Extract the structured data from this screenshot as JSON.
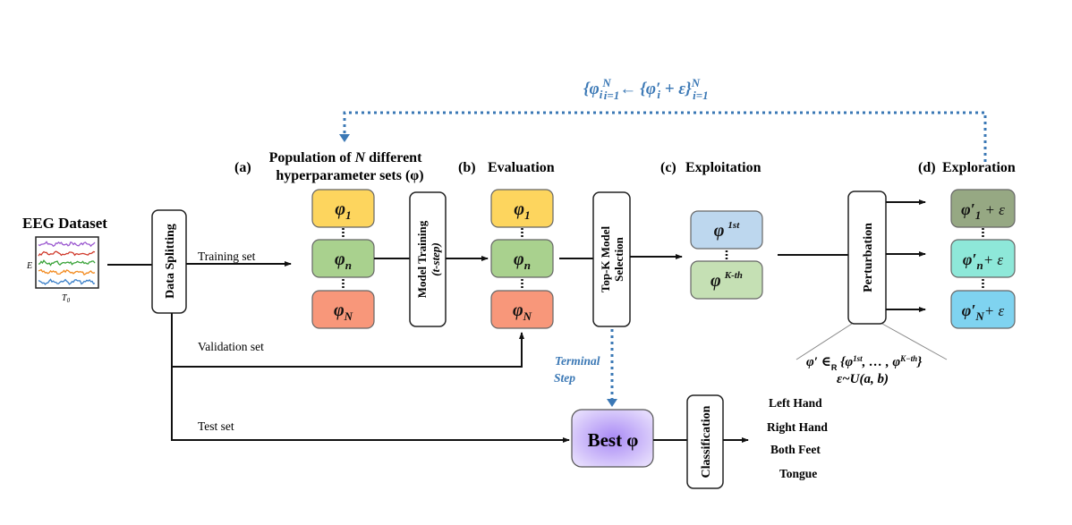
{
  "feedback": {
    "formula_left": "{φ",
    "formula_left_sub": "i",
    "formula_left_sup": "N",
    "formula_left_lower": "i=1",
    "formula_arrow": "←",
    "formula_right": "{φ′",
    "formula_right_sub": "i",
    "formula_right_plus": " + ε}",
    "formula_right_sup": "N",
    "formula_right_lower": "i=1",
    "color": "#3b78b5"
  },
  "dataset": {
    "title": "EEG Dataset",
    "y_axis_label": "E",
    "x_axis_label": "T",
    "x_axis_sub": "0",
    "signal_colors": [
      "#9b59d0",
      "#d0392b",
      "#3aa33a",
      "#f28a1e",
      "#3a7fc8"
    ]
  },
  "data_splitting": {
    "label": "Data Splitting"
  },
  "splits": {
    "training": "Training set",
    "validation": "Validation set",
    "test": "Test set"
  },
  "stage_a": {
    "tag": "(a)",
    "title_line1": "Population of N different",
    "title_line1_pre": "Population of ",
    "title_line1_n": "N",
    "title_line1_post": " different",
    "title_line2": "hyperparameter sets (φ)",
    "items": [
      {
        "symbol": "φ",
        "sub": "1",
        "color": "#fdd55e"
      },
      {
        "symbol": "φ",
        "sub": "n",
        "color": "#a9d18e"
      },
      {
        "symbol": "φ",
        "sub": "N",
        "color": "#f8977a"
      }
    ]
  },
  "model_training": {
    "label": "Model Training",
    "sub_label": "(t-step)"
  },
  "stage_b": {
    "tag": "(b)",
    "title": "Evaluation",
    "items": [
      {
        "symbol": "φ",
        "sub": "1",
        "color": "#fdd55e"
      },
      {
        "symbol": "φ",
        "sub": "n",
        "color": "#a9d18e"
      },
      {
        "symbol": "φ",
        "sub": "N",
        "color": "#f8977a"
      }
    ]
  },
  "top_k": {
    "label_line1": "Top-K Model",
    "label_line2": "Selection"
  },
  "stage_c": {
    "tag": "(c)",
    "title": "Exploitation",
    "items": [
      {
        "symbol": "φ",
        "sup": "1st",
        "color": "#bdd7ee"
      },
      {
        "symbol": "φ",
        "sup": "K-th",
        "color": "#c5e0b4"
      }
    ]
  },
  "perturbation": {
    "label": "Perturbation",
    "note_line1_a": "φ′ ∈",
    "note_line1_r": "R",
    "note_line1_b": " {φ",
    "note_line1_sup1": "1st",
    "note_line1_mid": ", … , φ",
    "note_line1_sup2": "K−th",
    "note_line1_end": "}",
    "note_line2": "ε~U(a, b)"
  },
  "stage_d": {
    "tag": "(d)",
    "title": "Exploration",
    "items": [
      {
        "symbol": "φ′",
        "sub": "1",
        "suffix": " + ε",
        "color": "#96a883"
      },
      {
        "symbol": "φ′",
        "sub": "n",
        "suffix": "+ ε",
        "color": "#8ee8d9"
      },
      {
        "symbol": "φ′",
        "sub": "N",
        "suffix": "+ ε",
        "color": "#7fd3f0"
      }
    ]
  },
  "terminal": {
    "line1": "Terminal",
    "line2": "Step"
  },
  "best": {
    "label": "Best φ",
    "color": "#b9a4f7"
  },
  "classification": {
    "label": "Classification"
  },
  "classes": [
    "Left Hand",
    "Right Hand",
    "Both Feet",
    "Tongue"
  ]
}
